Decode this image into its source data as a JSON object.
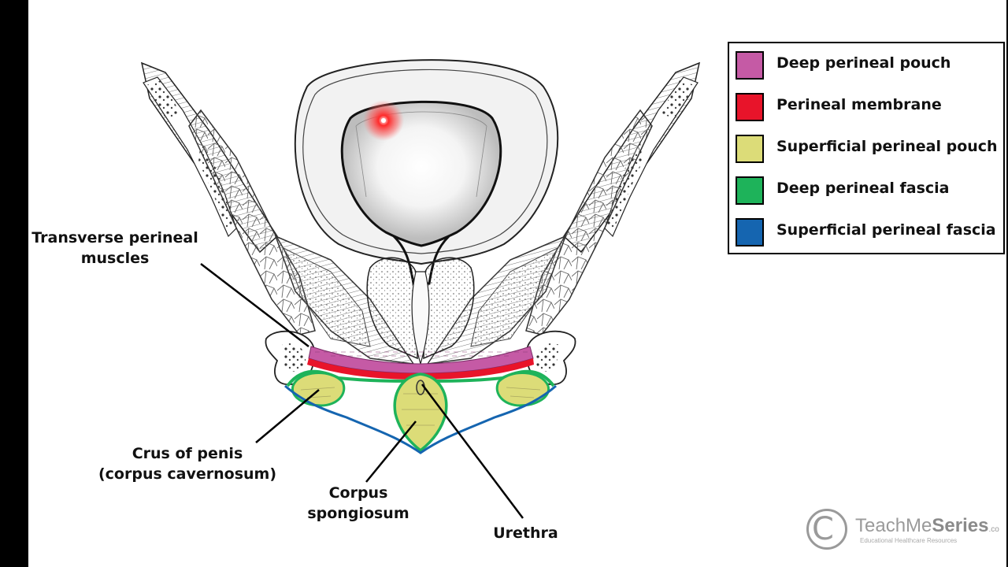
{
  "labels": {
    "transverse_1": "Transverse perineal",
    "transverse_2": "muscles",
    "crus_1": "Crus of penis",
    "crus_2": "(corpus cavernosum)",
    "spongiosum_1": "Corpus",
    "spongiosum_2": "spongiosum",
    "urethra": "Urethra"
  },
  "legend": {
    "items": [
      {
        "label": "Deep perineal pouch",
        "color": "#c55aa5"
      },
      {
        "label": "Perineal membrane",
        "color": "#e8142a"
      },
      {
        "label": "Superficial perineal pouch",
        "color": "#dcdc78"
      },
      {
        "label": "Deep perineal fascia",
        "color": "#1eb35a"
      },
      {
        "label": "Superficial perineal fascia",
        "color": "#1565b0"
      }
    ]
  },
  "logo": {
    "brand_light": "TeachMe",
    "brand_bold": "Series",
    "suffix": ".co",
    "tagline": "Educational Healthcare Resources"
  }
}
